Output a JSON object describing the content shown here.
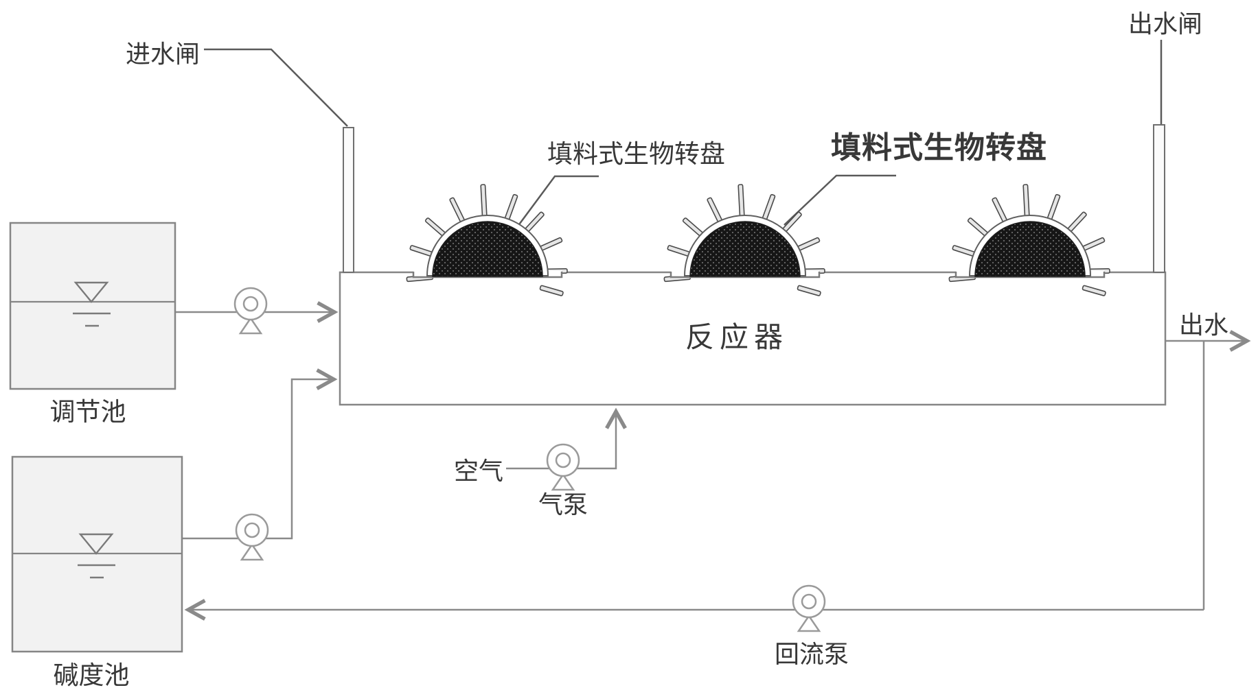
{
  "diagram": {
    "title_hint": "填料式生物转盘反应器工艺流程图",
    "labels": {
      "inlet_gate": "进水闸",
      "outlet_gate": "出水闸",
      "rbc_label_1": "填料式生物转盘",
      "rbc_label_2": "填料式生物转盘",
      "reactor": "反应器",
      "regulating_tank": "调节池",
      "alkalinity_tank": "碱度池",
      "air": "空气",
      "air_pump": "气泵",
      "effluent": "出水",
      "reflux_pump": "回流泵"
    },
    "colors": {
      "pipe_line": "#8a8a8a",
      "leader_line": "#5a5a5a",
      "text": "#383838",
      "tank_fill": "#f2f2f2",
      "disc_fill": "#161616",
      "disc_dot": "#6a6a6a",
      "background": "#ffffff"
    },
    "counts": {
      "rotating_discs": 3,
      "pumps": 4,
      "tanks": 2,
      "gates": 2
    }
  }
}
